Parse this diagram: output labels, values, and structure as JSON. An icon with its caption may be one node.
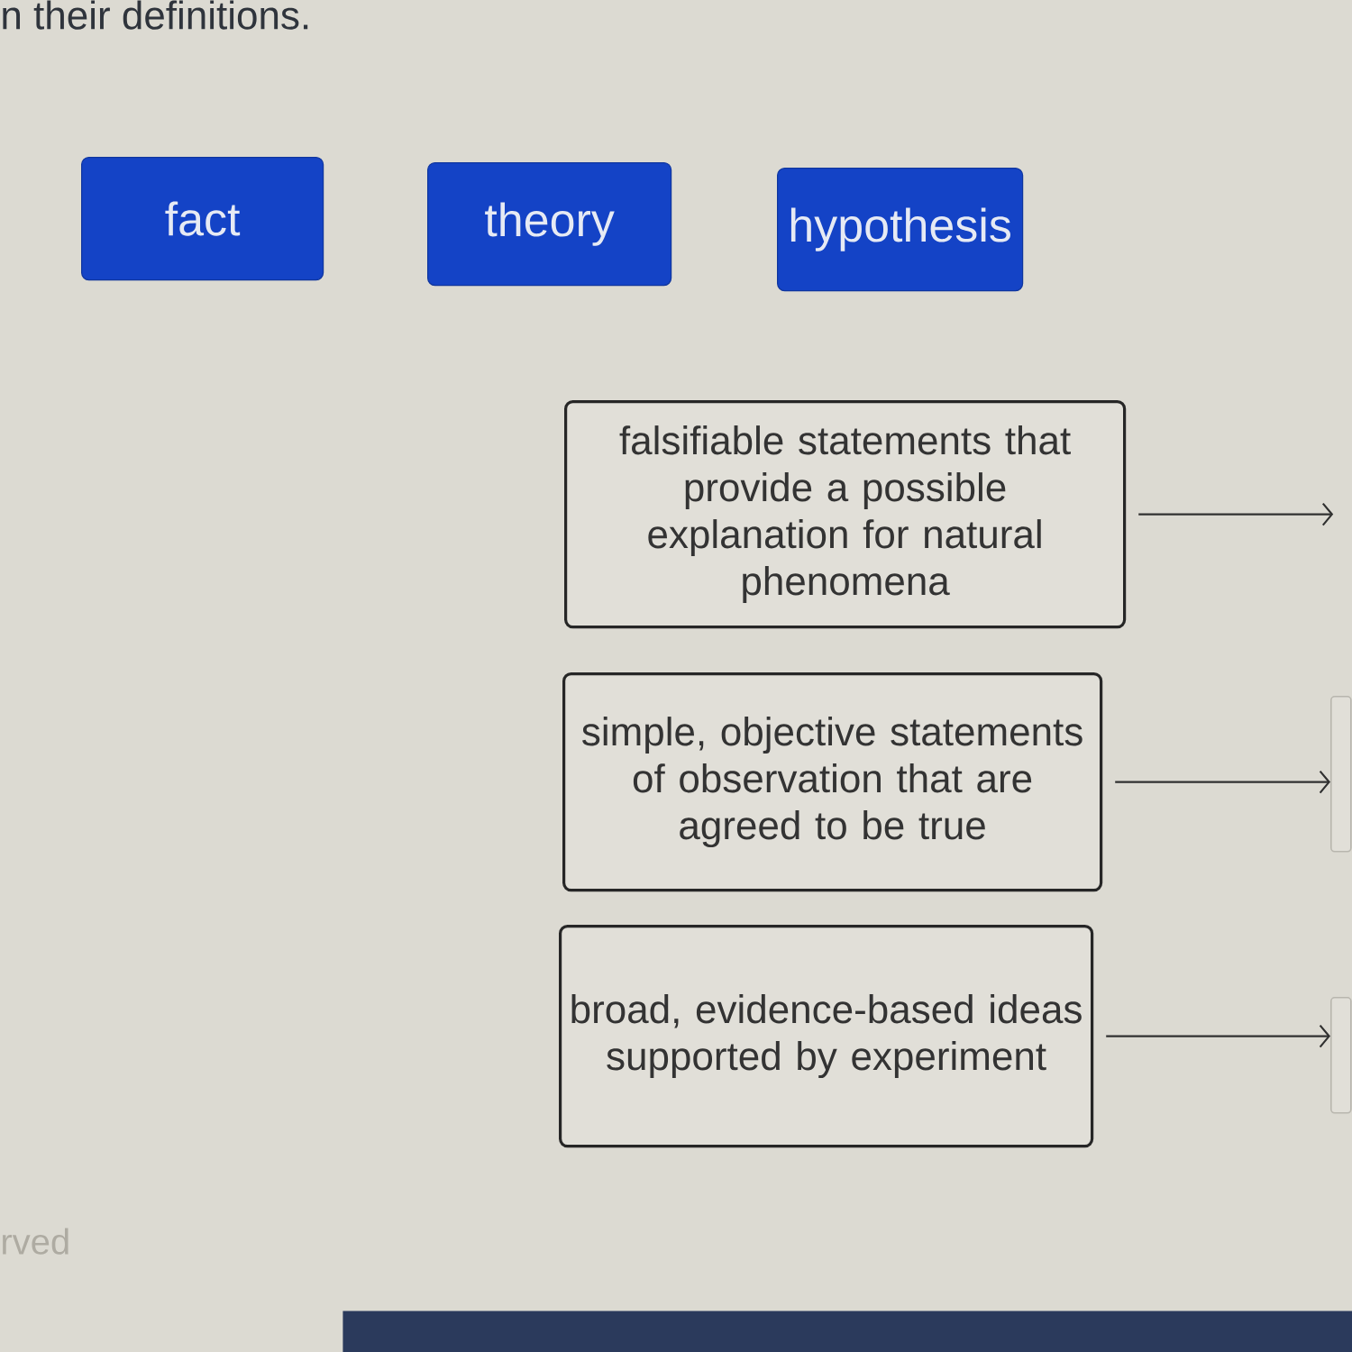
{
  "diagram": {
    "nodes": [
      {
        "text": [
          "fact"
        ]
      },
      {
        "text": [
          "theory"
        ]
      },
      {
        "text": [
          "hypothesis"
        ]
      },
      {
        "text": [
          "falsifiable statements that provide a possible explanation for natural phenomena"
        ]
      },
      {
        "text": [
          "simple, objective statements of observation that are agreed to be true"
        ]
      },
      {
        "text": [
          "broad, evidence-based ideas supported by experiment"
        ]
      },
      {
        "text": [],
        "shape": "box"
      },
      {
        "text": [],
        "shape": "box"
      },
      {
        "text": [],
        "shape": "bar"
      }
    ],
    "edges": [
      {
        "from": 3,
        "to": null,
        "arrow": "to"
      },
      {
        "from": 4,
        "to": 6,
        "arrow": "to"
      },
      {
        "from": 5,
        "to": 7,
        "arrow": "to"
      }
    ],
    "labels": [
      "n their definitions.",
      "rved"
    ]
  }
}
